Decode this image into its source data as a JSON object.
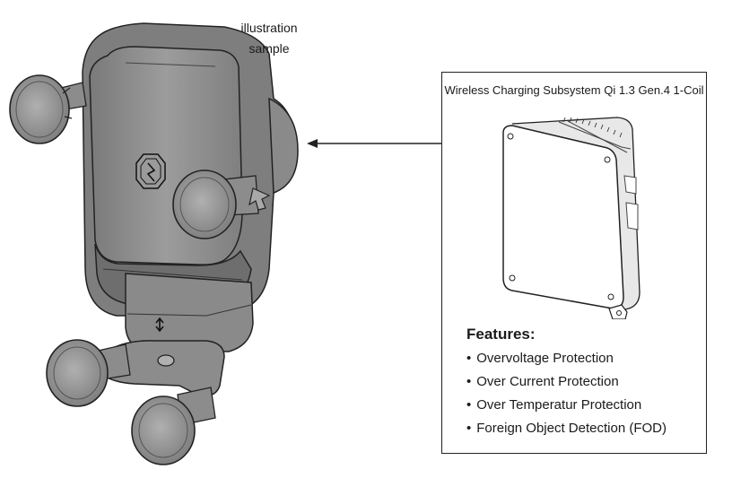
{
  "illustration_label": {
    "line1": "illustration",
    "line2": "sample"
  },
  "box": {
    "title": "Wireless Charging Subsystem Qi 1.3 Gen.4 1-Coil",
    "features_heading": "Features:",
    "features": [
      "Overvoltage Protection",
      "Over Current Protection",
      "Over Temperatur Protection",
      "Foreign Object Detection (FOD)"
    ]
  },
  "icons": {
    "holder": "phone-holder-illustration",
    "module": "charging-module-illustration",
    "arrow": "arrow-left-icon"
  },
  "colors": {
    "line": "#222222",
    "body_fill": "#8f8f8f",
    "cup_fill": "#999999",
    "band_fill": "#6f6f6f"
  }
}
